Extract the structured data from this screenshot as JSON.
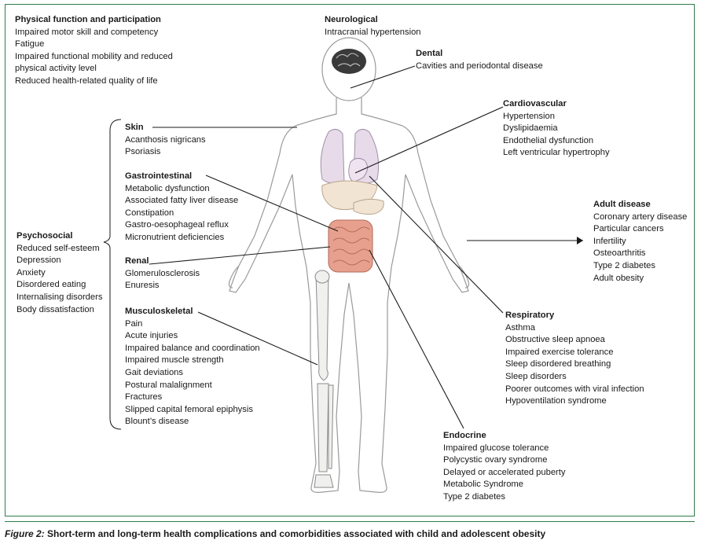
{
  "groups": {
    "physical": {
      "heading": "Physical function and participation",
      "items": [
        "Impaired motor skill and competency",
        "Fatigue",
        "Impaired functional mobility and reduced",
        "physical activity level",
        "Reduced health-related quality of life"
      ]
    },
    "neurological": {
      "heading": "Neurological",
      "items": [
        "Intracranial hypertension"
      ]
    },
    "dental": {
      "heading": "Dental",
      "items": [
        "Cavities and periodontal disease"
      ]
    },
    "cardiovascular": {
      "heading": "Cardiovascular",
      "items": [
        "Hypertension",
        "Dyslipidaemia",
        "Endothelial dysfunction",
        "Left ventricular hypertrophy"
      ]
    },
    "skin": {
      "heading": "Skin",
      "items": [
        "Acanthosis nigricans",
        "Psoriasis"
      ]
    },
    "gastrointestinal": {
      "heading": "Gastrointestinal",
      "items": [
        "Metabolic dysfunction",
        "Associated fatty liver disease",
        "Constipation",
        "Gastro-oesophageal reflux",
        "Micronutrient deficiencies"
      ]
    },
    "adult": {
      "heading": "Adult disease",
      "items": [
        "Coronary artery disease",
        "Particular cancers",
        "Infertility",
        "Osteoarthritis",
        "Type 2 diabetes",
        "Adult obesity"
      ]
    },
    "psychosocial": {
      "heading": "Psychosocial",
      "items": [
        "Reduced self-esteem",
        "Depression",
        "Anxiety",
        "Disordered eating",
        "Internalising disorders",
        "Body dissatisfaction"
      ]
    },
    "renal": {
      "heading": "Renal",
      "items": [
        "Glomerulosclerosis",
        "Enuresis"
      ]
    },
    "respiratory": {
      "heading": "Respiratory",
      "items": [
        "Asthma",
        "Obstructive sleep apnoea",
        "Impaired exercise tolerance",
        "Sleep disordered breathing",
        "Sleep disorders",
        "Poorer outcomes with viral infection",
        "Hypoventilation syndrome"
      ]
    },
    "musculoskeletal": {
      "heading": "Musculoskeletal",
      "items": [
        "Pain",
        "Acute injuries",
        "Impaired balance and coordination",
        "Impaired muscle strength",
        "Gait deviations",
        "Postural malalignment",
        "Fractures",
        "Slipped capital femoral epiphysis",
        "Blount’s disease"
      ]
    },
    "endocrine": {
      "heading": "Endocrine",
      "items": [
        "Impaired glucose tolerance",
        "Polycystic ovary syndrome",
        "Delayed or accelerated puberty",
        "Metabolic Syndrome",
        "Type 2 diabetes"
      ]
    }
  },
  "caption": {
    "label": "Figure 2:",
    "text": "Short-term and long-term health complications and comorbidities associated with child and adolescent obesity"
  },
  "colors": {
    "frame": "#2f7d4a",
    "outline": "#8a8a8a",
    "lungs": "#e7dbe9",
    "liver": "#f2e4d3",
    "intestine": "#e8a08e",
    "bone": "#f0f0ee",
    "line": "#1a1a1a"
  }
}
